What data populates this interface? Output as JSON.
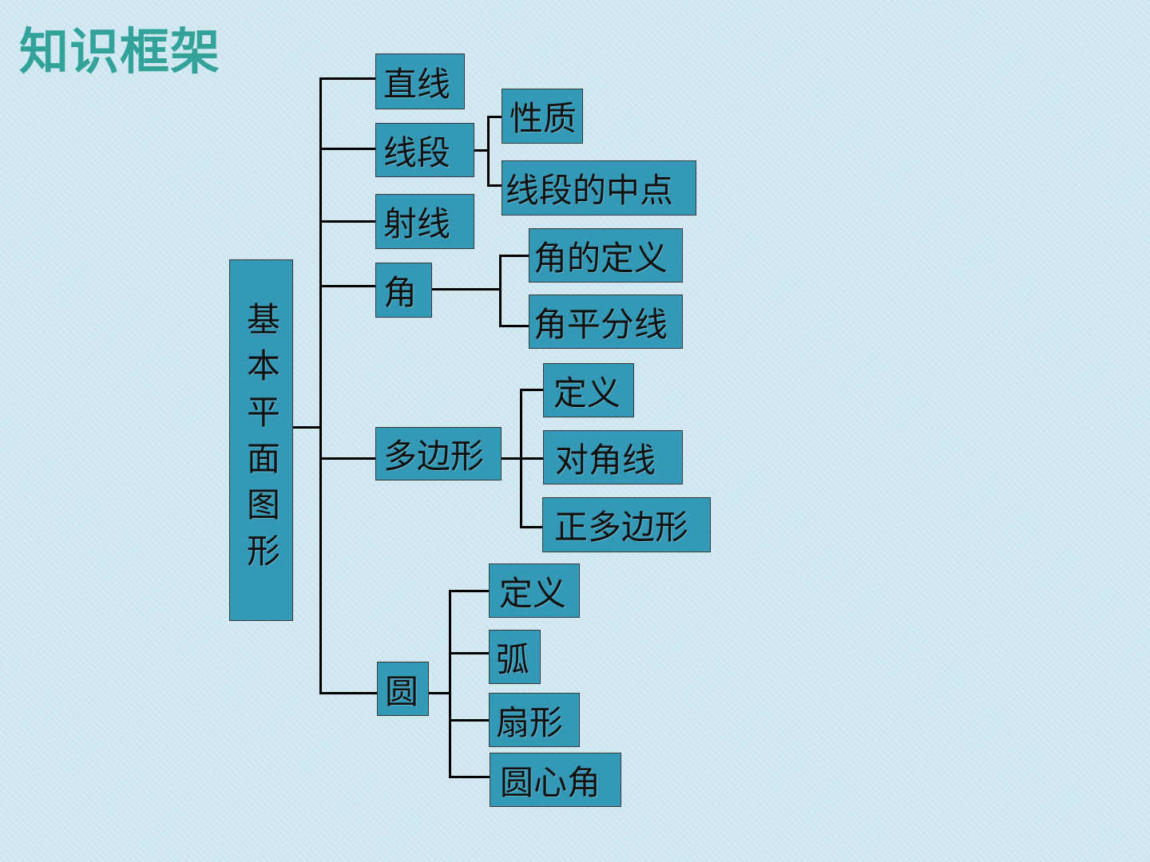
{
  "title": "知识框架",
  "root": {
    "label": "基本平面图形"
  },
  "branches": [
    {
      "label": "直线"
    },
    {
      "label": "线段",
      "children": [
        {
          "label": "性质"
        },
        {
          "label": "线段的中点"
        }
      ]
    },
    {
      "label": "射线"
    },
    {
      "label": "角",
      "children": [
        {
          "label": "角的定义"
        },
        {
          "label": "角平分线"
        }
      ]
    },
    {
      "label": "多边形",
      "children": [
        {
          "label": "定义"
        },
        {
          "label": "对角线"
        },
        {
          "label": "正多边形"
        }
      ]
    },
    {
      "label": "圆",
      "children": [
        {
          "label": "定义"
        },
        {
          "label": "弧"
        },
        {
          "label": "扇形"
        },
        {
          "label": "圆心角"
        }
      ]
    }
  ],
  "colors": {
    "title": "#33a399",
    "box_fill": "#3399b6",
    "connector": "#000000",
    "background": "#cfe7f1"
  }
}
